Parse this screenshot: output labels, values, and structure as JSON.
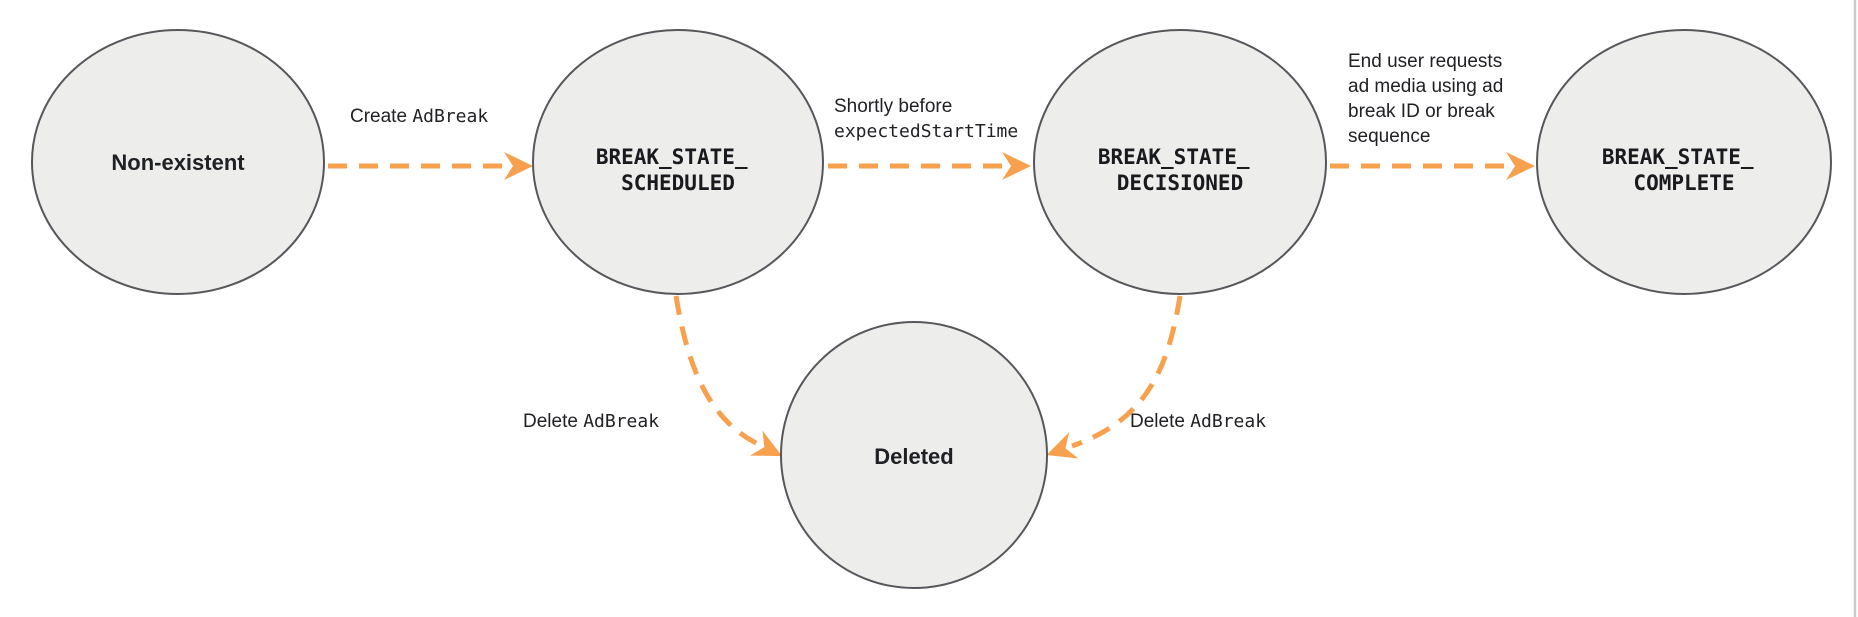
{
  "diagram": {
    "states": [
      {
        "id": "non-existent",
        "lines": [
          "Non-existent"
        ]
      },
      {
        "id": "break-state-scheduled",
        "lines": [
          "BREAK_STATE_",
          "SCHEDULED"
        ]
      },
      {
        "id": "break-state-decisioned",
        "lines": [
          "BREAK_STATE_",
          "DECISIONED"
        ]
      },
      {
        "id": "break-state-complete",
        "lines": [
          "BREAK_STATE_",
          "COMPLETE"
        ]
      },
      {
        "id": "deleted",
        "lines": [
          "Deleted"
        ]
      }
    ],
    "transitions": [
      {
        "from": "non-existent",
        "to": "break-state-scheduled",
        "label_sans": "Create ",
        "label_code": "AdBreak"
      },
      {
        "from": "break-state-scheduled",
        "to": "break-state-decisioned",
        "label_line1": "Shortly before",
        "label_code": "expectedStartTime"
      },
      {
        "from": "break-state-decisioned",
        "to": "break-state-complete",
        "label_lines": [
          "End user requests",
          "ad media using ad",
          "break ID or break",
          "sequence"
        ]
      },
      {
        "from": "break-state-scheduled",
        "to": "deleted",
        "label_sans": "Delete ",
        "label_code": "AdBreak"
      },
      {
        "from": "break-state-decisioned",
        "to": "deleted",
        "label_sans": "Delete ",
        "label_code": "AdBreak"
      }
    ]
  },
  "colors": {
    "arrow": "#F7A14E",
    "node_fill": "#EDEDEC",
    "node_border": "#56575A",
    "text": "#202124",
    "right_edge_line": "#C9CACB",
    "background": "#FFFFFF"
  }
}
